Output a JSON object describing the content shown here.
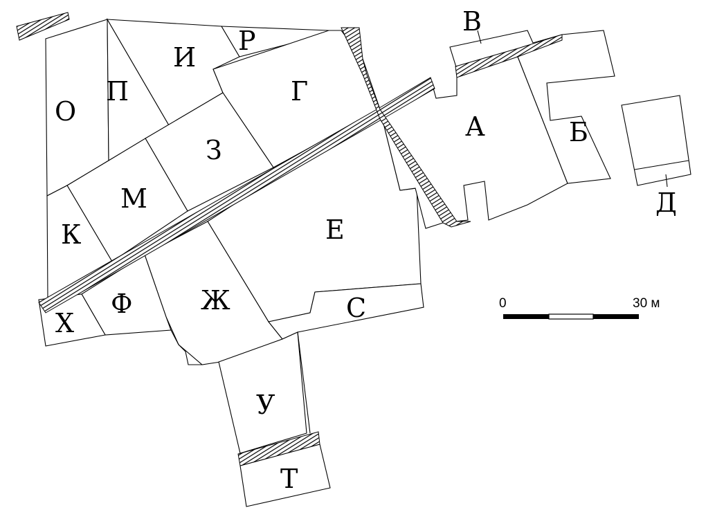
{
  "plots": [
    {
      "id": "A",
      "label": "А"
    },
    {
      "id": "B",
      "label": "Б"
    },
    {
      "id": "V",
      "label": "В"
    },
    {
      "id": "G",
      "label": "Г"
    },
    {
      "id": "D",
      "label": "Д"
    },
    {
      "id": "E",
      "label": "Е"
    },
    {
      "id": "Zh",
      "label": "Ж"
    },
    {
      "id": "Z",
      "label": "З"
    },
    {
      "id": "I",
      "label": "И"
    },
    {
      "id": "K",
      "label": "К"
    },
    {
      "id": "M",
      "label": "М"
    },
    {
      "id": "O",
      "label": "О"
    },
    {
      "id": "P",
      "label": "П"
    },
    {
      "id": "R",
      "label": "Р"
    },
    {
      "id": "S",
      "label": "С"
    },
    {
      "id": "T",
      "label": "Т"
    },
    {
      "id": "U",
      "label": "У"
    },
    {
      "id": "F",
      "label": "Ф"
    },
    {
      "id": "Kh",
      "label": "Х"
    }
  ],
  "scale_bar": {
    "start_label": "0",
    "end_label": "30 м"
  },
  "colors": {
    "ink": "#000000",
    "background": "#ffffff"
  }
}
